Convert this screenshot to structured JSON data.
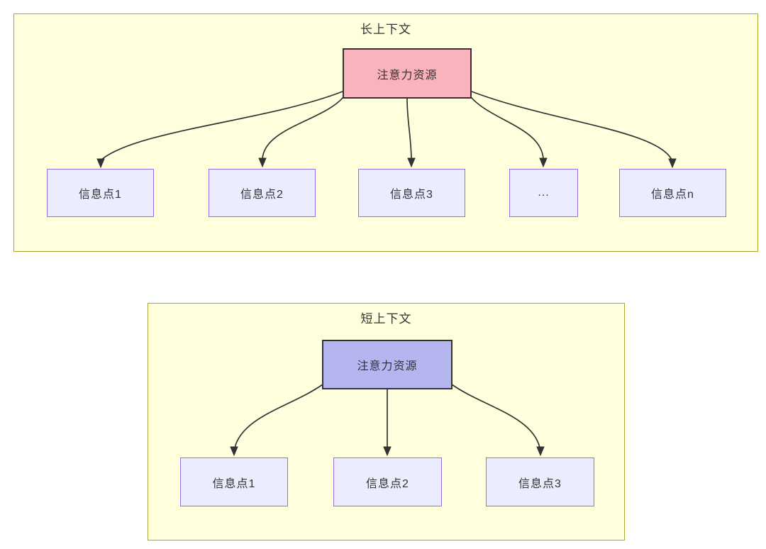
{
  "diagrams": [
    {
      "id": "long-context",
      "title": "长上下文",
      "container_fill": "#ffffde",
      "container_border": "#aaaa33",
      "root": {
        "label": "注意力资源",
        "fill": "#f8b3bd",
        "border": "#333333"
      },
      "children": [
        {
          "label": "信息点1"
        },
        {
          "label": "信息点2"
        },
        {
          "label": "信息点3"
        },
        {
          "label": "..."
        },
        {
          "label": "信息点n"
        }
      ],
      "child_fill": "#ececff",
      "child_border": "#9370db",
      "edge_color": "#333333"
    },
    {
      "id": "short-context",
      "title": "短上下文",
      "container_fill": "#ffffde",
      "container_border": "#aaaa33",
      "root": {
        "label": "注意力资源",
        "fill": "#b5b5f0",
        "border": "#333333"
      },
      "children": [
        {
          "label": "信息点1"
        },
        {
          "label": "信息点2"
        },
        {
          "label": "信息点3"
        }
      ],
      "child_fill": "#ececff",
      "child_border": "#9370db",
      "edge_color": "#333333"
    }
  ]
}
